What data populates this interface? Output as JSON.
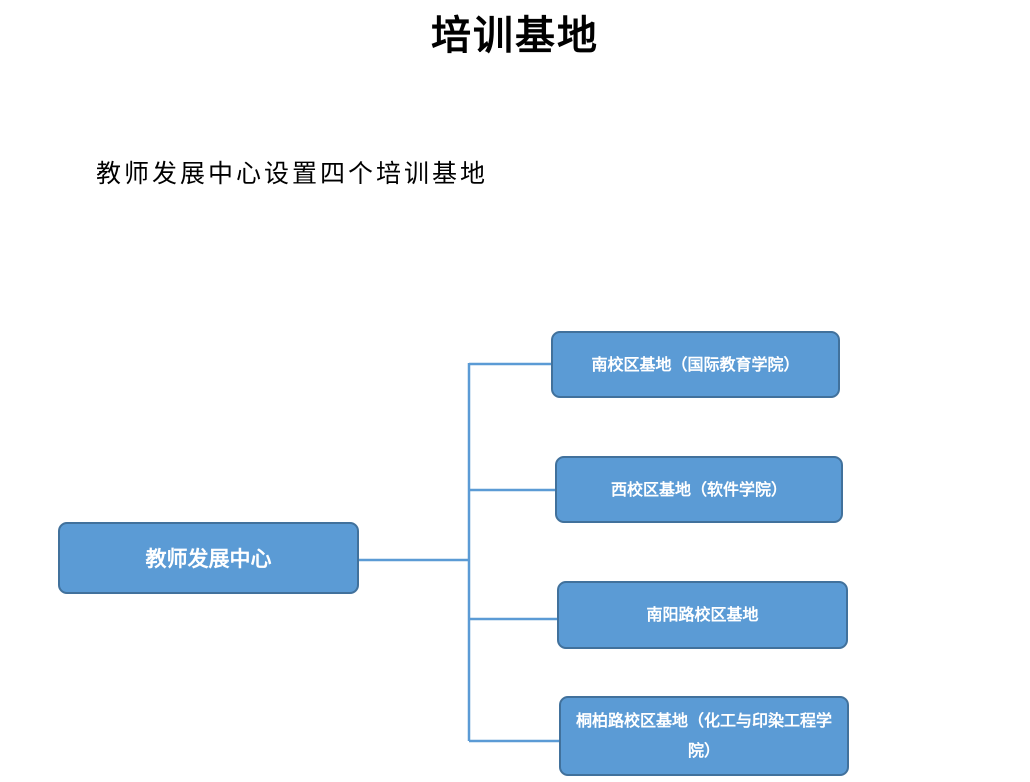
{
  "page": {
    "title": "培训基地",
    "subtitle": "教师发展中心设置四个培训基地"
  },
  "diagram": {
    "type": "org-chart",
    "colors": {
      "node_fill": "#5b9bd5",
      "node_border": "#41719c",
      "connector": "#5b9bd5",
      "node_text": "#ffffff"
    },
    "root": {
      "label": "教师发展中心"
    },
    "children": [
      {
        "label": "南校区基地（国际教育学院）"
      },
      {
        "label": "西校区基地（软件学院）"
      },
      {
        "label": "南阳路校区基地"
      },
      {
        "label": "桐柏路校区基地（化工与印染工程学院）"
      }
    ]
  }
}
